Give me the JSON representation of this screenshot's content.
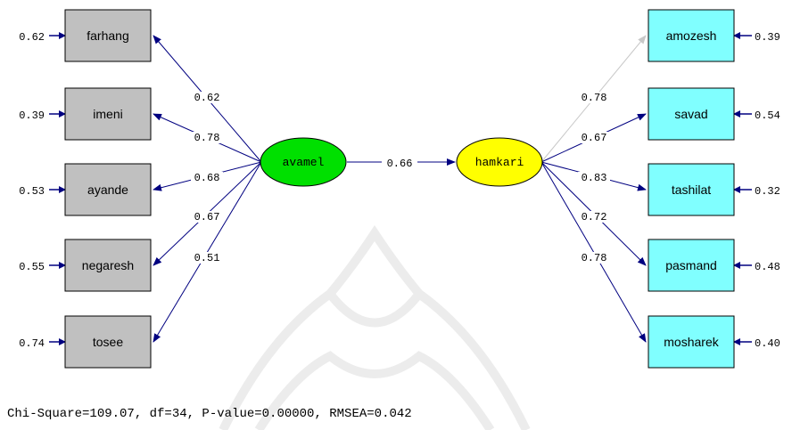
{
  "colors": {
    "observed_left": "#c0c0c0",
    "observed_right": "#80ffff",
    "latent_exogenous": "#00e000",
    "latent_endogenous": "#ffff00",
    "path": "#000080",
    "faint_path": "#c8c8c8",
    "watermark": "#e8e8e8",
    "text": "#000000"
  },
  "latent": {
    "exogenous": {
      "label": "avamel"
    },
    "endogenous": {
      "label": "hamkari"
    },
    "structural_path": {
      "value": "0.66"
    }
  },
  "left_indicators": [
    {
      "label": "farhang",
      "error": "0.62",
      "loading": "0.62"
    },
    {
      "label": "imeni",
      "error": "0.39",
      "loading": "0.78"
    },
    {
      "label": "ayande",
      "error": "0.53",
      "loading": "0.68"
    },
    {
      "label": "negaresh",
      "error": "0.55",
      "loading": "0.67"
    },
    {
      "label": "tosee",
      "error": "0.74",
      "loading": "0.51"
    }
  ],
  "right_indicators": [
    {
      "label": "amozesh",
      "error": "0.39",
      "loading": "0.78",
      "faint": true
    },
    {
      "label": "savad",
      "error": "0.54",
      "loading": "0.67",
      "faint": false
    },
    {
      "label": "tashilat",
      "error": "0.32",
      "loading": "0.83",
      "faint": false
    },
    {
      "label": "pasmand",
      "error": "0.48",
      "loading": "0.72",
      "faint": false
    },
    {
      "label": "mosharek",
      "error": "0.40",
      "loading": "0.78",
      "faint": false
    }
  ],
  "fit_statistics": "Chi-Square=109.07, df=34, P-value=0.00000, RMSEA=0.042"
}
